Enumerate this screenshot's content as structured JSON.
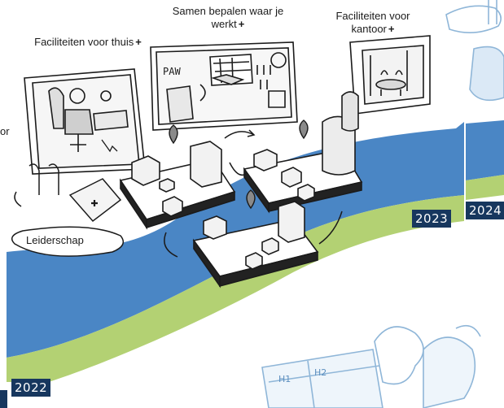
{
  "labels": {
    "home_facilities": "Faciliteiten voor thuis",
    "decide_together": "Samen bepalen waar je werkt",
    "office_facilities": "Faciliteiten voor kantoor",
    "leadership": "Leiderschap",
    "plus_symbol": "+",
    "left_fragment": "or",
    "sign_text": "PAW",
    "sketch_h1": "H1",
    "sketch_h2": "H2"
  },
  "years": [
    "2022",
    "2023",
    "2024"
  ],
  "colors": {
    "river_blue": "#4a86c5",
    "river_green": "#b3d173",
    "year_badge": "#17375e",
    "ink": "#1b1b1b",
    "pin": "#8a8a8a",
    "light_blue_sketch": "#cfe3f3"
  }
}
